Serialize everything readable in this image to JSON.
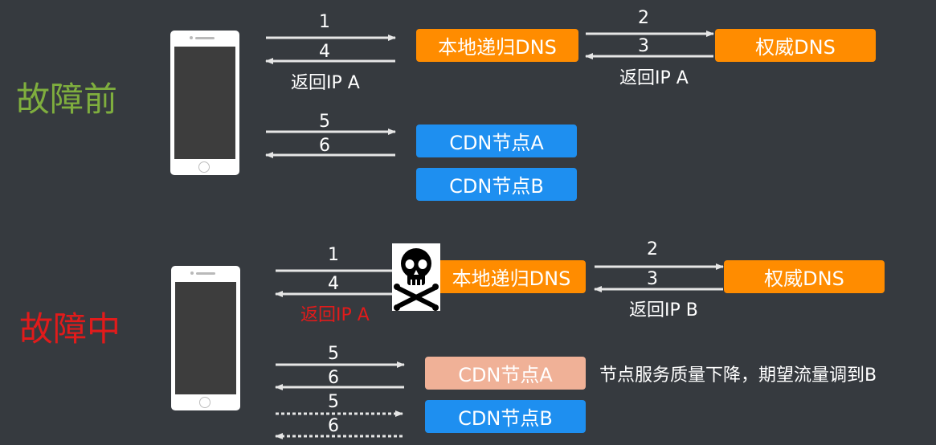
{
  "before": {
    "title": "故障前",
    "title_color": "#7fae3e",
    "step1": "1",
    "step4": "4",
    "ret_local": "返回IP A",
    "local_dns": "本地递归DNS",
    "step2": "2",
    "step3": "3",
    "auth_dns": "权威DNS",
    "ret_auth": "返回IP A",
    "step5": "5",
    "step6": "6",
    "cdn_a": "CDN节点A",
    "cdn_b": "CDN节点B"
  },
  "during": {
    "title": "故障中",
    "title_color": "#e11b1b",
    "step1": "1",
    "step4": "4",
    "ret_local": "返回IP A",
    "ret_local_color": "#e11b1b",
    "local_dns": "本地递归DNS",
    "step2": "2",
    "step3": "3",
    "auth_dns": "权威DNS",
    "ret_auth": "返回IP B",
    "step5a": "5",
    "step6a": "6",
    "step5b": "5",
    "step6b": "6",
    "cdn_a": "CDN节点A",
    "cdn_b": "CDN节点B",
    "note": "节点服务质量下降，期望流量调到B"
  },
  "colors": {
    "background": "#363a3f",
    "dns_box": "#ff8c00",
    "cdn_box": "#1e8ff0",
    "degraded_cdn_box": "#f0b197",
    "arrow": "#e6e6e6"
  },
  "icons": {
    "phone": "smartphone-icon",
    "failure": "skull-crossbones-icon"
  }
}
